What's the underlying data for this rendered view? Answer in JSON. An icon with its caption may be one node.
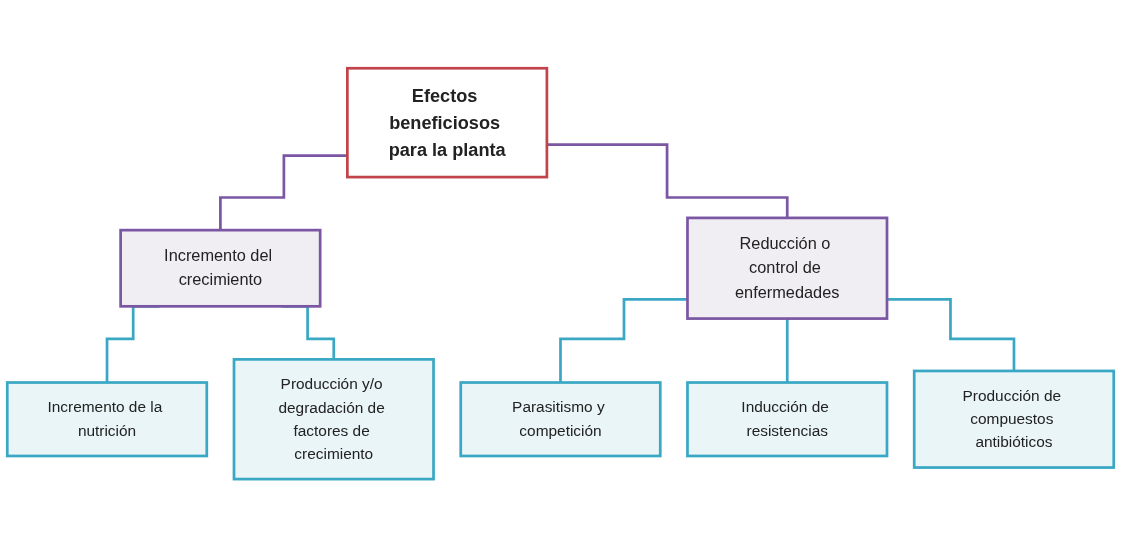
{
  "diagram": {
    "nodes": [
      {
        "text": [
          "Efectos beneficiosos para la planta"
        ]
      },
      {
        "text": [
          "Incremento del crecimiento"
        ]
      },
      {
        "text": [
          "Reducción o control de enfermedades"
        ]
      },
      {
        "text": [
          "Incremento de la nutrición"
        ]
      },
      {
        "text": [
          "Producción y/o degradación de factores de crecimiento"
        ]
      },
      {
        "text": [
          "Parasitismo y competición"
        ]
      },
      {
        "text": [
          "Inducción de resistencias"
        ]
      },
      {
        "text": [
          "Producción de compuestos antibióticos"
        ]
      }
    ],
    "edges": [
      {
        "from": 0,
        "to": 1,
        "arrow": "none",
        "color": "#7b57a3"
      },
      {
        "from": 0,
        "to": 2,
        "arrow": "none",
        "color": "#7b57a3"
      },
      {
        "from": 1,
        "to": 3,
        "arrow": "none"
      },
      {
        "from": 1,
        "to": 4,
        "arrow": "none"
      },
      {
        "from": 2,
        "to": 5,
        "arrow": "none"
      },
      {
        "from": 2,
        "to": 6,
        "arrow": "none"
      },
      {
        "from": 2,
        "to": 7,
        "arrow": "none"
      }
    ]
  }
}
